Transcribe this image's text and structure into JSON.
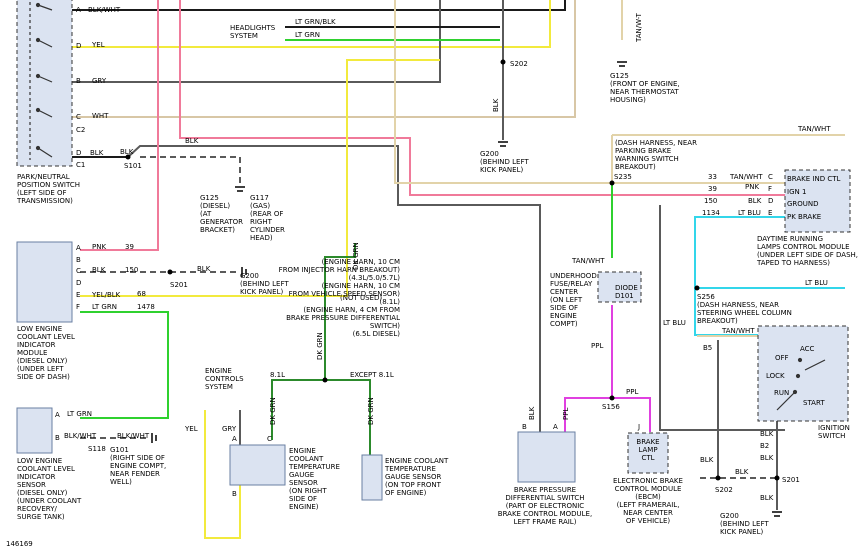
{
  "figure_id": "146169",
  "colors": {
    "gray": "#5a5a5a",
    "black": "#1a1a1a",
    "pink": "#f07a9a",
    "yellow": "#f2ea3d",
    "white_wire": "#d8c7a6",
    "green": "#2fd12f",
    "dark_green": "#2c8a2c",
    "tan": "#e2d3a9",
    "magenta": "#e040e0",
    "lt_blue": "#33d6ea",
    "component_fill": "#dbe3f1"
  },
  "park_switch": {
    "pins": [
      "A",
      "D",
      "B",
      "C",
      "C2",
      "D",
      "C1"
    ],
    "wires": [
      "BLK/WHT",
      "YEL",
      "GRY",
      "WHT",
      "BLK"
    ],
    "label": "PARK/NEUTRAL\nPOSITION SWITCH\n(LEFT SIDE OF\nTRANSMISSION)"
  },
  "headlights": {
    "label": "HEADLIGHTS\nSYSTEM",
    "wire1": "LT GRN/BLK",
    "wire2": "LT GRN"
  },
  "splices": {
    "s101": "S101",
    "s202_top": "S202",
    "s201_left": "S201",
    "s118": "S118",
    "s235": "S235",
    "s256": "S256",
    "s156": "S156",
    "s202_bottom": "S202",
    "s201_right": "S201"
  },
  "grounds": {
    "g125_top": "G125\n(FRONT OF ENGINE,\nNEAR THERMOSTAT\nHOUSING)",
    "g200_top": "G200\n(BEHIND LEFT\nKICK PANEL)",
    "g125_diesel": "G125\n(DIESEL)\n(AT\nGENERATOR\nBRACKET)",
    "g117": "G117\n(GAS)\n(REAR OF\nRIGHT\nCYLINDER\nHEAD)",
    "g200_mid": "G200\n(BEHIND LEFT\nKICK PANEL)",
    "g101": "G101\n(RIGHT SIDE OF\nENGINE COMPT,\nNEAR FENDER\nWELL)",
    "g200_bottom": "G200\n(BEHIND LEFT\nKICK PANEL)"
  },
  "wire_labels": {
    "tan_wht_vertical": "TAN/W-T",
    "blk_vertical_top": "BLK",
    "blk_s101": "BLK",
    "blk_top_run": "BLK",
    "tan_wht_top": "TAN/WHT",
    "dk_grn_vertical": "DK GRN",
    "not_used": "(NOT USED)",
    "dk_grn_lower": "DK GRN",
    "tan_wht_relay": "TAN/WHT",
    "ppl1": "PPL",
    "ppl2": "PPL",
    "lt_blu_right": "LT BLU",
    "lt_blu_left": "LT BLU",
    "tan_wht_b5": "TAN/WHT",
    "blk_lower_right": "BLK",
    "blk_lower_right2": "BLK",
    "blk_lower_right3": "BLK",
    "blk_lower_right4": "BLK",
    "blk_b2": "BLK"
  },
  "low_coolant_module": {
    "pins": [
      "A",
      "B",
      "C",
      "D",
      "E",
      "F"
    ],
    "pin_wires": [
      "PNK",
      "",
      "BLK",
      "",
      "YEL/BLK",
      "LT GRN"
    ],
    "pin_circuits": [
      "39",
      "",
      "150",
      "",
      "68",
      "1478"
    ],
    "label": "LOW ENGINE\nCOOLANT LEVEL\nINDICATOR\nMODULE\n(DIESEL ONLY)\n(UNDER LEFT\nSIDE OF DASH)"
  },
  "low_coolant_sensor": {
    "pin_a": "A",
    "pin_b": "B",
    "wire_a": "LT GRN",
    "wire_b": "BLK/WHT",
    "wire_c": "BLK/WHT",
    "label": "LOW ENGINE\nCOOLANT LEVEL\nINDICATOR\nSENSOR\n(DIESEL ONLY)\n(UNDER COOLANT\nRECOVERY/\nSURGE TANK)"
  },
  "engine_controls": {
    "label": "ENGINE\nCONTROLS\nSYSTEM",
    "wire_yel": "YEL",
    "wire_gry": "GRY"
  },
  "gauge_sensor": {
    "pins": [
      "A",
      "C",
      "B"
    ],
    "label": "ENGINE\nCOOLANT\nTEMPERATURE\nGAUGE\nSENSOR\n(ON RIGHT\nSIDE OF\nENGINE)"
  },
  "variants": {
    "v81": "8.1L",
    "except81": "EXCEPT 8.1L",
    "wire_dk_grn1": "DK GRN",
    "wire_dk_grn2": "DK GRN"
  },
  "temp_sensor": {
    "label": "ENGINE COOLANT\nTEMPERATURE\nGAUGE SENSOR\n(ON TOP FRONT\nOF ENGINE)"
  },
  "engine_harness_note": "(ENGINE HARN, 10 CM\nFROM INJECTOR HARN BREAKOUT)\n(4.3L/5.0/5.7L)\n(ENGINE HARN, 10 CM\nFROM VEHICLE SPEED SENSOR)\n(8.1L)\n(ENGINE HARN, 4 CM FROM\nBRAKE PRESSURE DIFFERENTIAL\nSWITCH)\n(6.5L DIESEL)",
  "fuse_relay": {
    "label": "UNDERHOOD\nFUSE/RELAY\nCENTER\n(ON LEFT\nSIDE OF\nENGINE\nCOMPT)",
    "diode": "DIODE\nD101"
  },
  "brake_switch": {
    "pins": [
      "B",
      "A"
    ],
    "wire_b": "BLK",
    "wire_a": "PPL",
    "label": "BRAKE PRESSURE\nDIFFERENTIAL SWITCH\n(PART OF ELECTRONIC\nBRAKE CONTROL MODULE,\nLEFT FRAME RAIL)"
  },
  "ebcm": {
    "pin": "J",
    "inner": "BRAKE\nLAMP\nCTL",
    "label": "ELECTRONIC BRAKE\nCONTROL MODULE\n(EBCM)\n(LEFT FRAMERAIL,\nNEAR CENTER\nOF VEHICLE)"
  },
  "dash_harness_note": "(DASH HARNESS, NEAR\nPARKING BRAKE\nWARNING SWITCH\nBREAKOUT)",
  "drl_module": {
    "rows": [
      {
        "circuit": "33",
        "wire": "TAN/WHT",
        "pin": "C",
        "function": "BRAKE IND CTL"
      },
      {
        "circuit": "39",
        "wire": "PNK",
        "pin": "F",
        "function": "IGN 1"
      },
      {
        "circuit": "150",
        "wire": "BLK",
        "pin": "D",
        "function": "GROUND"
      },
      {
        "circuit": "1134",
        "wire": "LT BLU",
        "pin": "E",
        "function": "PK BRAKE"
      }
    ],
    "label": "DAYTIME RUNNING\nLAMPS CONTROL MODULE\n(UNDER LEFT SIDE OF DASH,\nTAPED TO HARNESS)"
  },
  "s256_note": "(DASH HARNESS, NEAR\nSTEERING WHEEL COLUMN\nBREAKOUT)",
  "b5": "B5",
  "b2": "B2",
  "ignition": {
    "acc": "ACC",
    "off": "OFF",
    "lock": "LOCK",
    "run": "RUN",
    "start": "START",
    "label": "IGNITION\nSWITCH"
  }
}
